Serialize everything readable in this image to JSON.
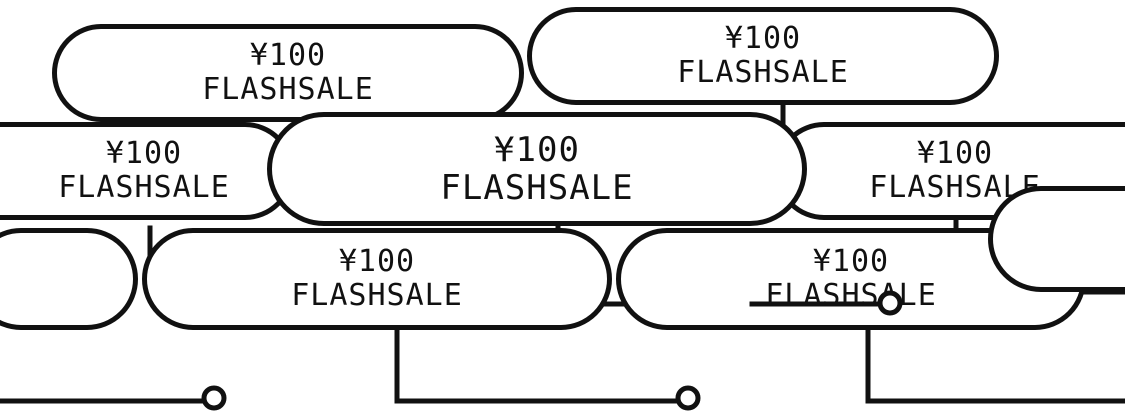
{
  "colors": {
    "background": "#ffffff",
    "stroke": "#111111",
    "text": "#111111"
  },
  "tags": [
    {
      "price": "¥100",
      "label": "FLASHSALE"
    },
    {
      "price": "¥100",
      "label": "FLASHSALE"
    },
    {
      "price": "¥100",
      "label": "FLASHSALE"
    },
    {
      "price": "¥100",
      "label": "FLASHSALE"
    },
    {
      "price": "¥100",
      "label": "FLASHSALE"
    },
    {
      "price": "¥100",
      "label": "FLASHSALE"
    },
    {
      "price": "¥100",
      "label": "FLASHSALE"
    },
    {
      "price": "",
      "label": ""
    },
    {
      "price": "",
      "label": ""
    }
  ]
}
